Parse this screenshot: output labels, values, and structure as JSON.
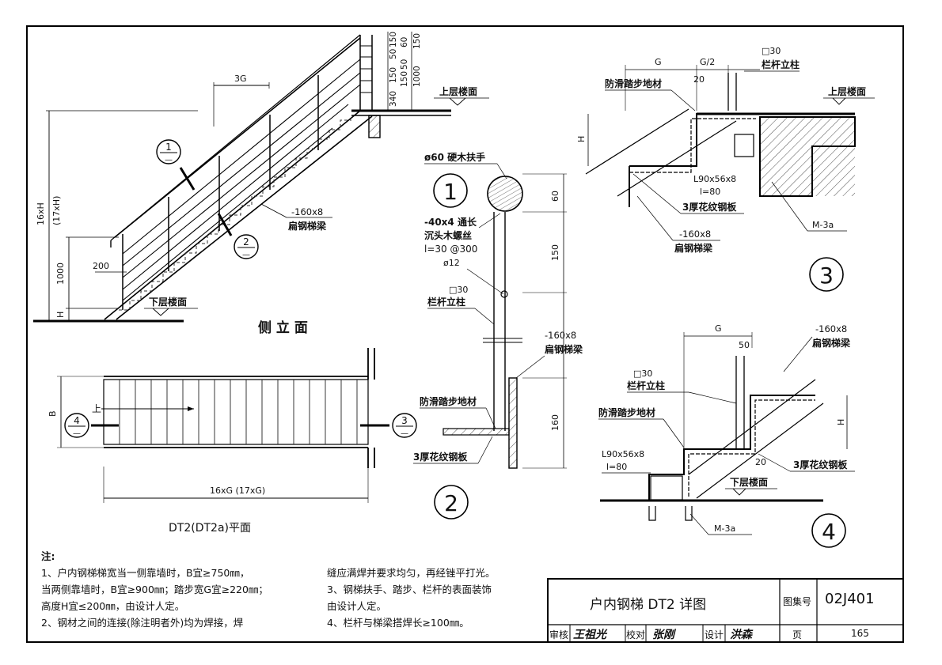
{
  "side_view": {
    "title": "侧 立 面",
    "dim_3g": "3G",
    "dim_200": "200",
    "dim_1000": "1000",
    "dim_h": "H",
    "dim_16xh": "16xH",
    "dim_17xh": "(17xH)",
    "rail_dims": [
      "150",
      "50",
      "60",
      "340",
      "150",
      "50",
      "150",
      "1000",
      "150"
    ],
    "upper_floor": "上层楼面",
    "lower_floor": "下层楼面",
    "beam_size": "-160x8",
    "beam_name": "扁钢梯梁",
    "marker1": {
      "num": "1",
      "sub": "—"
    },
    "marker2": {
      "num": "2",
      "sub": "—"
    }
  },
  "plan_view": {
    "title": "DT2(DT2a)平面",
    "dim_b": "B",
    "dim_length": "16xG (17xG)",
    "up_label": "上",
    "marker4": {
      "num": "4",
      "sub": "—"
    },
    "marker3": {
      "num": "3",
      "sub": "—"
    }
  },
  "detail1": {
    "num": "1",
    "handrail": "ø60 硬木扶手",
    "flat_bar": "-40x4 通长",
    "screw": "沉头木螺丝",
    "screw_spec": "l=30  @300",
    "bar_dia": "ø12",
    "dims": [
      "60",
      "150",
      "160"
    ]
  },
  "detail2": {
    "num": "2",
    "post": "□30",
    "post_name": "栏杆立柱",
    "beam_size": "-160x8",
    "beam_name": "扁钢梯梁",
    "finish": "防滑踏步地材",
    "plate": "3厚花纹钢板"
  },
  "detail3": {
    "num": "3",
    "dim_g": "G",
    "dim_g2": "G/2",
    "dim_20": "20",
    "dim_h": "H",
    "post": "□30",
    "post_name": "栏杆立柱",
    "finish": "防滑踏步地材",
    "upper_floor": "上层楼面",
    "angle": "L90x56x8",
    "angle_len": "l=80",
    "plate": "3厚花纹钢板",
    "beam_size": "-160x8",
    "beam_name": "扁钢梯梁",
    "embed": "M-3a"
  },
  "detail4": {
    "num": "4",
    "dim_g": "G",
    "dim_50": "50",
    "dim_20": "20",
    "dim_h": "H",
    "beam_size": "-160x8",
    "beam_name": "扁钢梯梁",
    "post": "□30",
    "post_name": "栏杆立柱",
    "finish": "防滑踏步地材",
    "angle": "L90x56x8",
    "angle_len": "l=80",
    "plate": "3厚花纹钢板",
    "lower_floor": "下层楼面",
    "embed": "M-3a"
  },
  "notes": {
    "heading": "注:",
    "left": [
      "1、户内钢梯梯宽当一侧靠墙时，B宜≥750㎜，",
      "当两侧靠墙时，B宜≥900㎜；踏步宽G宜≥220㎜；",
      "高度H宜≤200㎜，由设计人定。",
      "2、钢材之间的连接(除注明者外)均为焊接，焊"
    ],
    "right": [
      "缝应满焊并要求均匀，再经锉平打光。",
      "3、钢梯扶手、踏步、栏杆的表面装饰",
      "由设计人定。",
      "4、栏杆与梯梁搭焊长≥100㎜。"
    ]
  },
  "title_block": {
    "drawing_title": "户内钢梯 DT2 详图",
    "atlas_label": "图集号",
    "atlas_no": "02J401",
    "review_label": "审核",
    "review_sig": "王祖光",
    "check_label": "校对",
    "check_sig": "张刚",
    "design_label": "设计",
    "design_sig": "洪森",
    "page_label": "页",
    "page_no": "165"
  }
}
